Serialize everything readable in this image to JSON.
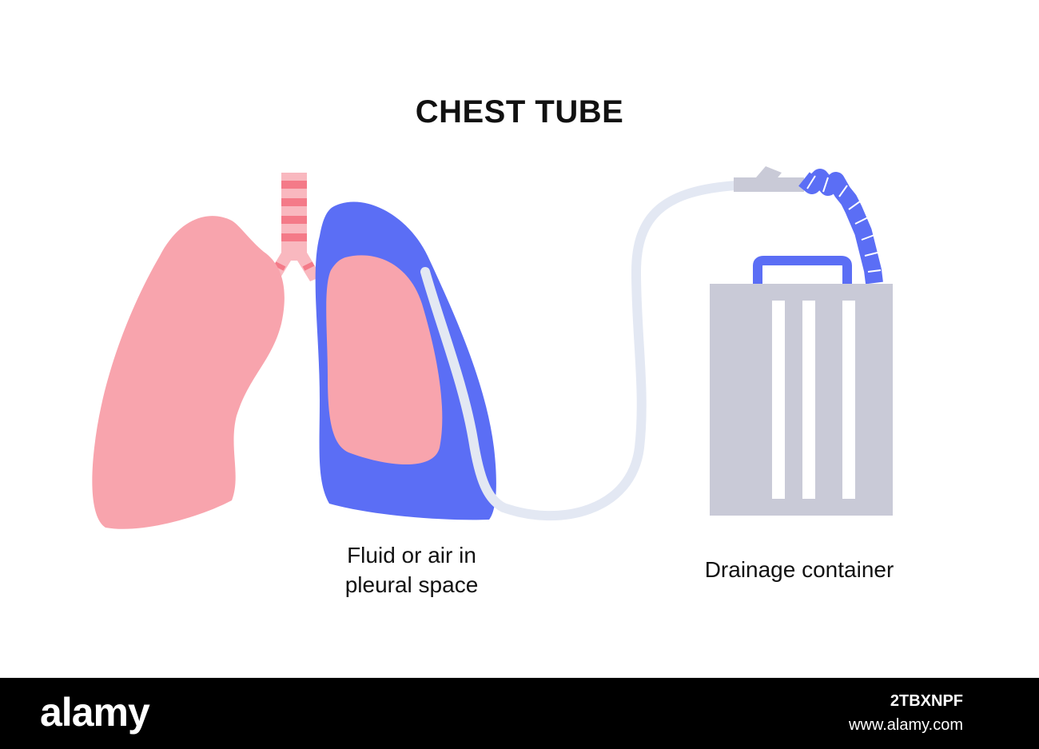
{
  "title": "CHEST TUBE",
  "labels": {
    "pleural": [
      "Fluid or air in",
      "pleural space"
    ],
    "drainage": "Drainage container"
  },
  "footer": {
    "logo": "alamy",
    "image_id": "2TBXNPF",
    "url": "www.alamy.com"
  },
  "colors": {
    "lung_pink": "#f8a4ad",
    "pleural_blue": "#5b6ef5",
    "trachea_stripe": "#f47a88",
    "tube": "#e3e8f3",
    "container_grey": "#c9cad7",
    "handle_blue": "#5b6ef5",
    "footer_bg": "#000000"
  }
}
